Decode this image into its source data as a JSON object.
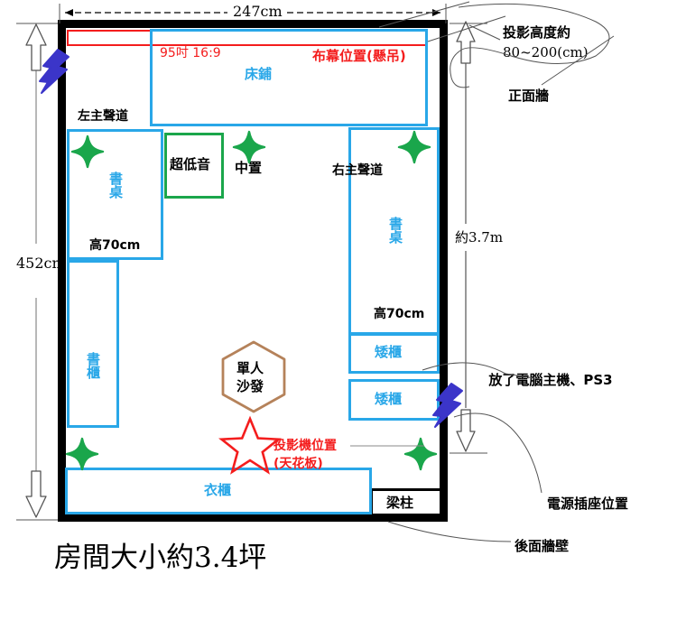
{
  "diagram": {
    "title": "房間大小約3.4坪",
    "dimensions": {
      "width_label": "247cm",
      "height_label": "452cm",
      "depth_label": "約3.7m"
    }
  },
  "screen": {
    "label": "布幕位置(懸吊)",
    "size_label": "95吋 16:9",
    "color": "#f41d1d"
  },
  "furniture": {
    "bed": "床鋪",
    "desk_left": "書桌",
    "desk_left_height": "高70cm",
    "desk_right": "書桌",
    "desk_right_height": "高70cm",
    "bookshelf": "書櫃",
    "wardrobe": "衣櫃",
    "cabinet_top": "矮櫃",
    "cabinet_bottom": "矮櫃",
    "sofa": "單人\n沙發",
    "sofa_line1": "單人",
    "sofa_line2": "沙發",
    "pillar": "梁柱"
  },
  "speakers": {
    "left_main": "左主聲道",
    "right_main": "右主聲道",
    "center": "中置",
    "subwoofer": "超低音",
    "star_color": "#1aa64b"
  },
  "projector": {
    "label_line1": "投影機位置",
    "label_line2": "(天花板)",
    "star_color": "#f41d1d"
  },
  "annotations": {
    "projection_height_line1": "投影高度約",
    "projection_height_line2": "80~200(cm)",
    "front_wall": "正面牆",
    "equipment": "放了電腦主機、PS3",
    "power_outlet": "電源插座位置",
    "back_wall": "後面牆壁"
  },
  "colors": {
    "blue": "#29a7e8",
    "red": "#f41d1d",
    "green": "#1aa64b",
    "brown": "#b5825a",
    "purple": "#3b35c9",
    "black": "#000000"
  }
}
